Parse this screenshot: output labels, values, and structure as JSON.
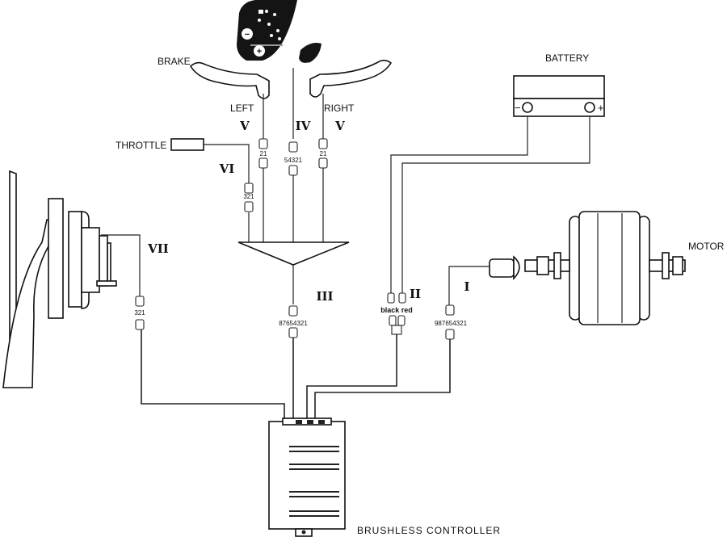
{
  "labels": {
    "brake": "BRAKE",
    "left": "LEFT",
    "right": "RIGHT",
    "throttle": "THROTTLE",
    "battery": "BATTERY",
    "motor": "MOTOR",
    "controller": "BRUSHLESS CONTROLLER"
  },
  "battery_terminals": {
    "negative": "−",
    "positive": "+"
  },
  "display_buttons": {
    "minus": "−",
    "plus": "+"
  },
  "connectors": [
    {
      "id": "I",
      "roman": "I",
      "pins": "987654321"
    },
    {
      "id": "II",
      "roman": "II",
      "pins": "black red"
    },
    {
      "id": "III",
      "roman": "III",
      "pins": "87654321"
    },
    {
      "id": "IV",
      "roman": "IV",
      "pins": "54321"
    },
    {
      "id": "V-left",
      "roman": "V",
      "pins": "21"
    },
    {
      "id": "V-right",
      "roman": "V",
      "pins": "21"
    },
    {
      "id": "VI",
      "roman": "VI",
      "pins": "321"
    },
    {
      "id": "VII",
      "roman": "VII",
      "pins": "321"
    }
  ]
}
